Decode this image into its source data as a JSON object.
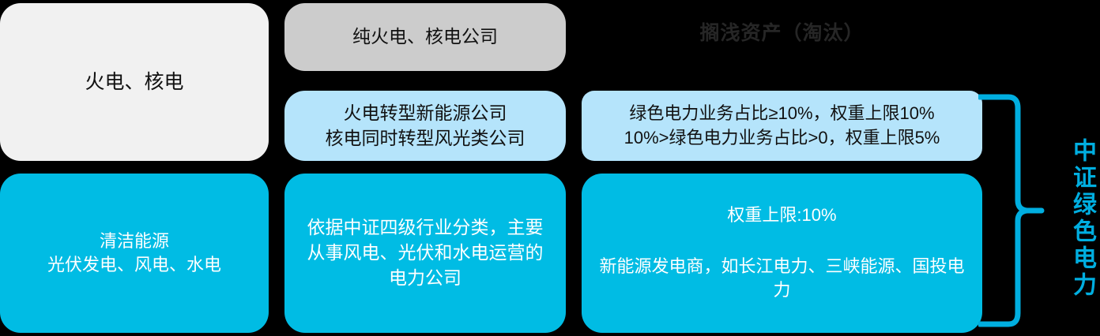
{
  "diagram": {
    "title_vertical": "中证绿色电力",
    "accent_cyan": "#00BCE4",
    "accent_lightblue": "#B5E4FB",
    "accent_gray": "#CCCCCC",
    "accent_white": "#F1F1F1",
    "background": "#000000",
    "brace_color": "#00AEE0"
  },
  "column1": {
    "top_box": "火电、核电",
    "bottom_box": "清洁能源\n光伏发电、风电、水电"
  },
  "column2": {
    "header_box": "纯火电、核电公司",
    "mid_box": "火电转型新能源公司\n核电同时转型风光类公司",
    "bottom_box": "依据中证四级行业分类，主要从事风电、光伏和水电运营的电力公司"
  },
  "column3": {
    "header_label": "搁浅资产（淘汰）",
    "mid_box_line1": "绿色电力业务占比≥10%，权重上限10%",
    "mid_box_line2": "10%>绿色电力业务占比>0，权重上限5%",
    "bottom_box_line1": "权重上限:10%",
    "bottom_box_line2": "新能源发电商，如长江电力、三峡能源、国投电力"
  }
}
